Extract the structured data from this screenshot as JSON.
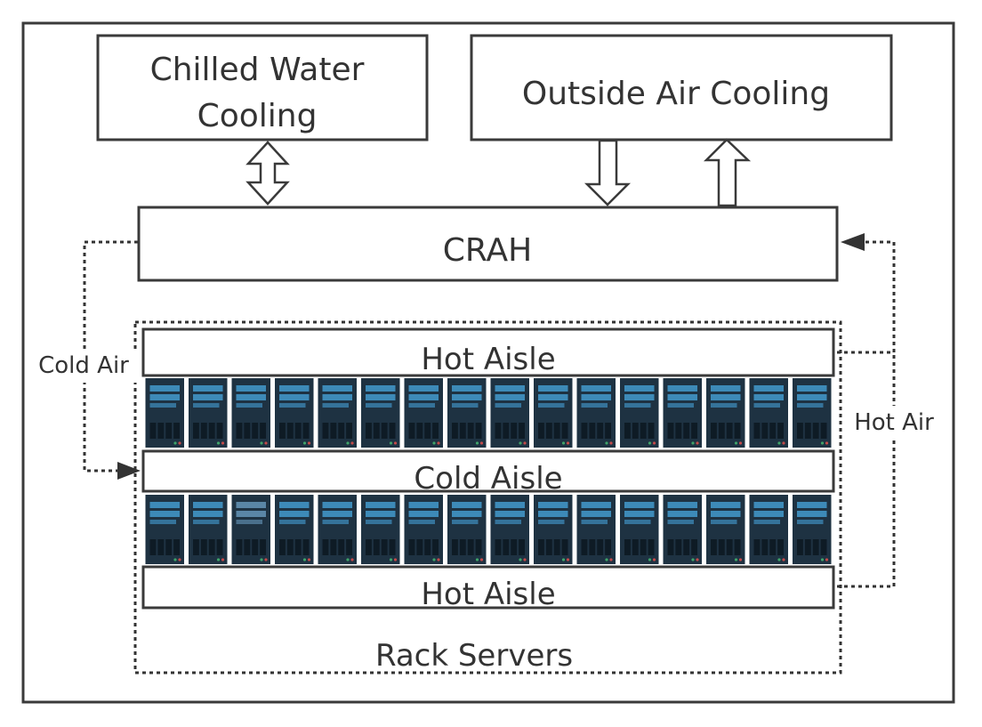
{
  "diagram": {
    "nodes": {
      "chilled_water": {
        "line1": "Chilled Water",
        "line2": "Cooling"
      },
      "outside_air": {
        "label": "Outside Air Cooling"
      },
      "crah": {
        "label": "CRAH"
      },
      "hot_aisle_top": {
        "label": "Hot Aisle"
      },
      "cold_aisle": {
        "label": "Cold Aisle"
      },
      "hot_aisle_bottom": {
        "label": "Hot Aisle"
      },
      "rack_servers": {
        "label": "Rack Servers"
      }
    },
    "edge_labels": {
      "cold_air": "Cold Air",
      "hot_air": "Hot Air"
    },
    "server_rows": [
      {
        "name": "upper-rack-row",
        "count": 16
      },
      {
        "name": "lower-rack-row",
        "count": 16
      }
    ],
    "colors": {
      "line": "#333333",
      "server_body": "#1e3242",
      "server_panel": "#3d8ab8",
      "server_panel_alt": "#5a86a6",
      "server_bay": "#0e1b25"
    }
  }
}
